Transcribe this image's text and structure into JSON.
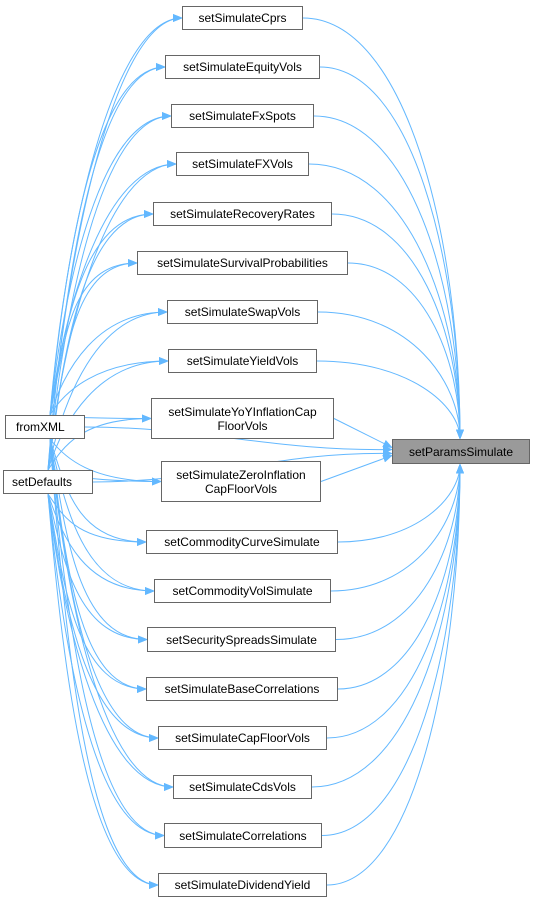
{
  "graph": {
    "target": "setParamsSimulate",
    "callers": [
      "fromXML",
      "setDefaults"
    ],
    "functions": [
      {
        "id": "cprs",
        "label": "setSimulateCprs"
      },
      {
        "id": "equity",
        "label": "setSimulateEquityVols"
      },
      {
        "id": "fxspots",
        "label": "setSimulateFxSpots"
      },
      {
        "id": "fxvols",
        "label": "setSimulateFXVols"
      },
      {
        "id": "recovery",
        "label": "setSimulateRecoveryRates"
      },
      {
        "id": "survival",
        "label": "setSimulateSurvivalProbabilities"
      },
      {
        "id": "swapvols",
        "label": "setSimulateSwapVols"
      },
      {
        "id": "yieldvols",
        "label": "setSimulateYieldVols"
      },
      {
        "id": "yoy",
        "label_line1": "setSimulateYoYInflationCap",
        "label_line2": "FloorVols"
      },
      {
        "id": "zero",
        "label_line1": "setSimulateZeroInflation",
        "label_line2": "CapFloorVols"
      },
      {
        "id": "commcurve",
        "label": "setCommodityCurveSimulate"
      },
      {
        "id": "commvol",
        "label": "setCommodityVolSimulate"
      },
      {
        "id": "secspread",
        "label": "setSecuritySpreadsSimulate"
      },
      {
        "id": "basecorr",
        "label": "setSimulateBaseCorrelations"
      },
      {
        "id": "capfloor",
        "label": "setSimulateCapFloorVols"
      },
      {
        "id": "cdsvols",
        "label": "setSimulateCdsVols"
      },
      {
        "id": "correl",
        "label": "setSimulateCorrelations"
      },
      {
        "id": "divyield",
        "label": "setSimulateDividendYield"
      }
    ],
    "colors": {
      "edge": "#63b8ff",
      "node_border": "#666666",
      "target_fill": "#9a9a9a",
      "node_fill": "#ffffff"
    }
  }
}
